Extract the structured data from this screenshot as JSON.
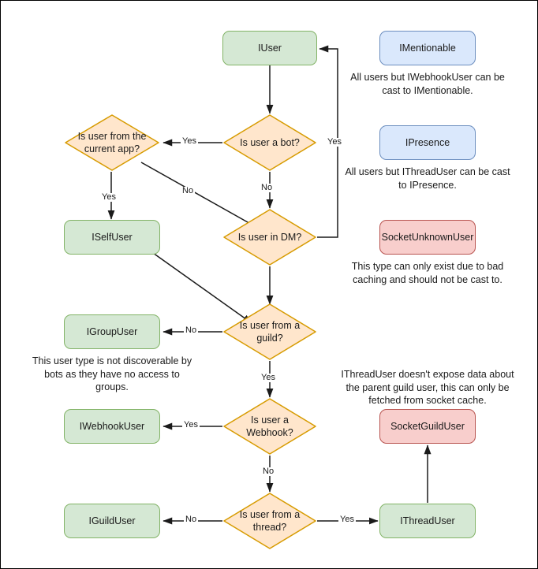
{
  "diagram": {
    "title": "Discord.Net user type resolution flowchart",
    "colors": {
      "green_fill": "#d5e8d4",
      "green_stroke": "#82b366",
      "blue_fill": "#dae8fc",
      "blue_stroke": "#6c8ebf",
      "red_fill": "#f8cecc",
      "red_stroke": "#b85450",
      "diamond_fill": "#ffe6cc",
      "diamond_stroke": "#d79b00",
      "edge_stroke": "#1a1a1a",
      "text": "#1a1a1a"
    },
    "nodes": {
      "iuser": "IUser",
      "imentionable": "IMentionable",
      "ipresence": "IPresence",
      "socket_unknown_user": "SocketUnknownUser",
      "socket_guild_user": "SocketGuildUser",
      "iself_user": "ISelfUser",
      "igroup_user": "IGroupUser",
      "iwebhook_user": "IWebhookUser",
      "iguild_user": "IGuildUser",
      "ithread_user": "IThreadUser"
    },
    "decisions": {
      "is_bot": "Is user a bot?",
      "is_current_app": "Is user from the current app?",
      "is_dm": "Is user in DM?",
      "is_guild": "Is user from a guild?",
      "is_webhook": "Is user a Webhook?",
      "is_thread": "Is user from a thread?"
    },
    "captions": {
      "imentionable": "All users but IWebhookUser can be cast to IMentionable.",
      "ipresence": "All users but IThreadUser can be cast to IPresence.",
      "socket_unknown_user": "This type can only exist due to bad caching and should not be cast to.",
      "igroup_user": "This user type is not discoverable by bots as they have no access to groups.",
      "socket_guild_user": "IThreadUser doesn't expose data about the parent guild user, this can only be fetched from socket cache."
    },
    "edge_labels": {
      "bot_yes": "Yes",
      "bot_no": "No",
      "dm_yes": "Yes",
      "dm_no": "No",
      "current_app_yes": "Yes",
      "current_app_no": "No",
      "guild_yes": "Yes",
      "guild_no": "No",
      "webhook_yes": "Yes",
      "webhook_no": "No",
      "thread_yes": "Yes",
      "thread_no": "No"
    }
  }
}
